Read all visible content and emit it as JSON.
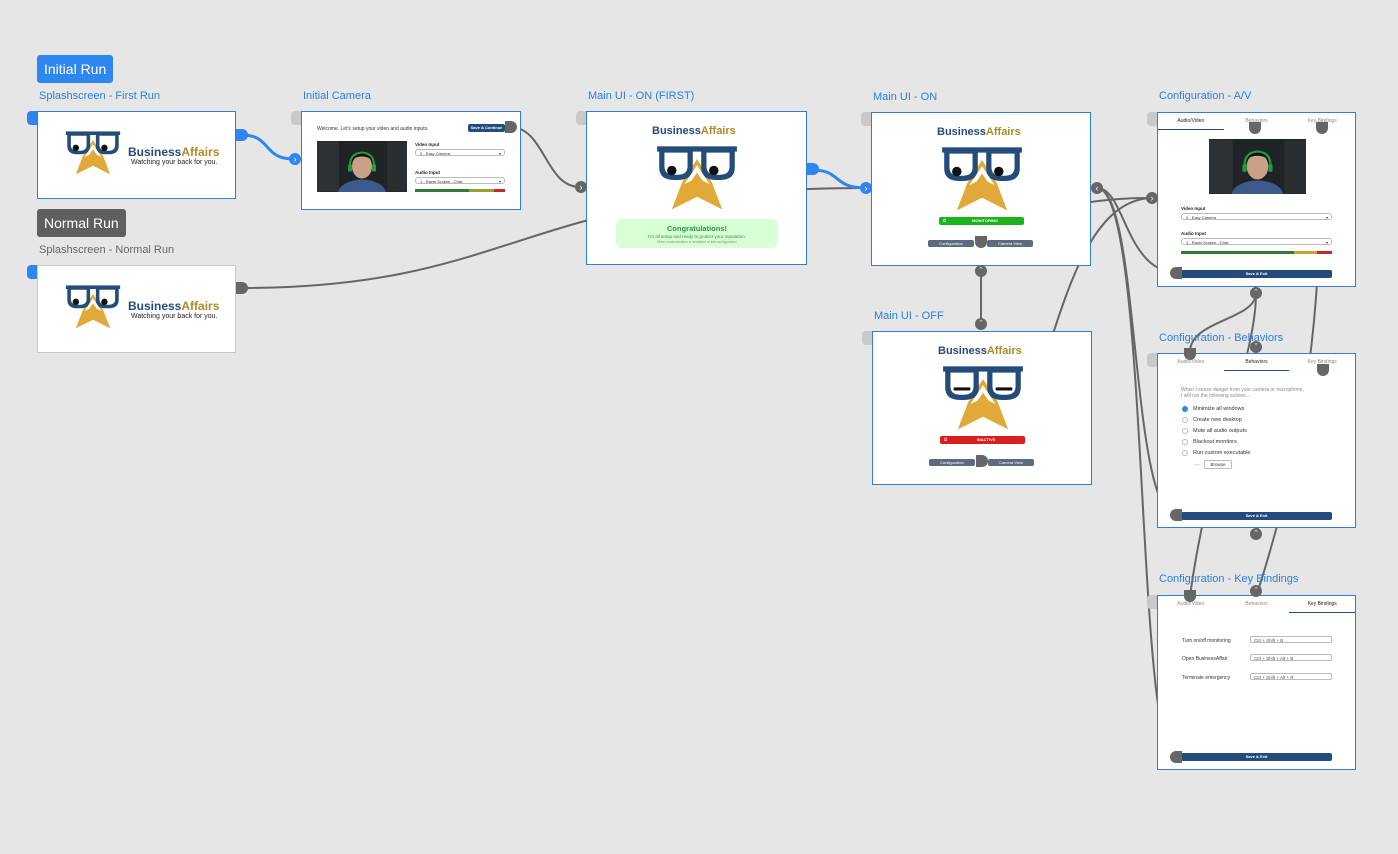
{
  "flow_buttons": {
    "initial_run": "Initial Run",
    "normal_run": "Normal Run"
  },
  "screens": {
    "splash_first": {
      "title": "Splashscreen - First Run"
    },
    "splash_normal": {
      "title": "Splashscreen - Normal Run"
    },
    "initial_camera": {
      "title": "Initial Camera",
      "welcome": "Welcome. Let's setup your video and audio inputs.",
      "save_button": "Save & Continue",
      "video_label": "Video Input",
      "video_value": "0 - Easy Camera",
      "audio_label": "Audio Input",
      "audio_value": "1 - Razer Kraken - Chat"
    },
    "main_on_first": {
      "title": "Main UI - ON (FIRST)",
      "congrats": "Congratulations!",
      "congrats_sub": "I'm all setup and ready to protect your reputation.",
      "congrats_note": "More customization is available in the configuration"
    },
    "main_on": {
      "title": "Main UI - ON",
      "status": "MONITORING",
      "config_button": "Configuration",
      "camera_button": "Camera View"
    },
    "main_off": {
      "title": "Main UI - OFF",
      "status": "INACTIVE",
      "config_button": "Configuration",
      "camera_button": "Camera View"
    },
    "config_av": {
      "title": "Configuration - A/V",
      "video_label": "Video Input",
      "video_value": "0 - Easy Camera",
      "audio_label": "Audio Input",
      "audio_value": "1 - Razer Kraken - Chat",
      "save_button": "Save & Exit"
    },
    "config_behaviors": {
      "title": "Configuration - Behaviors",
      "intro_1": "When I sense danger from your camera or microphone,",
      "intro_2": "I will run the following actions...",
      "options": [
        {
          "label": "Minimize all windows",
          "checked": true
        },
        {
          "label": "Create new desktop",
          "checked": false
        },
        {
          "label": "Mute all audio outputs",
          "checked": false
        },
        {
          "label": "Blackout monitors",
          "checked": false
        },
        {
          "label": "Run custom executable",
          "checked": false
        }
      ],
      "browse_prefix": "...",
      "browse_button": "Browse",
      "save_button": "Save & Exit"
    },
    "config_keys": {
      "title": "Configuration - Key Bindings",
      "rows": [
        {
          "label": "Turn on/off monitoring",
          "value": "Ctrl + Shift + B"
        },
        {
          "label": "Open BusinessAffair",
          "value": "Ctrl + Shift + Alt + B"
        },
        {
          "label": "Terminate emergency",
          "value": "Ctrl + Shift + Alt + R"
        }
      ],
      "save_button": "Save & Exit"
    }
  },
  "tabs": [
    "Audio/Video",
    "Behaviors",
    "Key Bindings"
  ],
  "brand": {
    "part1": "Business",
    "part2": "Affairs",
    "tagline": "Watching your back for you."
  },
  "colors": {
    "accent": "#2e86f0",
    "brand_blue": "#244c7a",
    "brand_gold": "#b08a28",
    "logo_gold": "#e0a93a",
    "monitoring_green": "#1db31d",
    "inactive_red": "#d81e1e",
    "congrats_bg": "#d9ffd6"
  },
  "icons": {
    "logo": "glasses-logo-icon",
    "port_arrow": "chevron-right-icon",
    "power": "power-icon"
  }
}
